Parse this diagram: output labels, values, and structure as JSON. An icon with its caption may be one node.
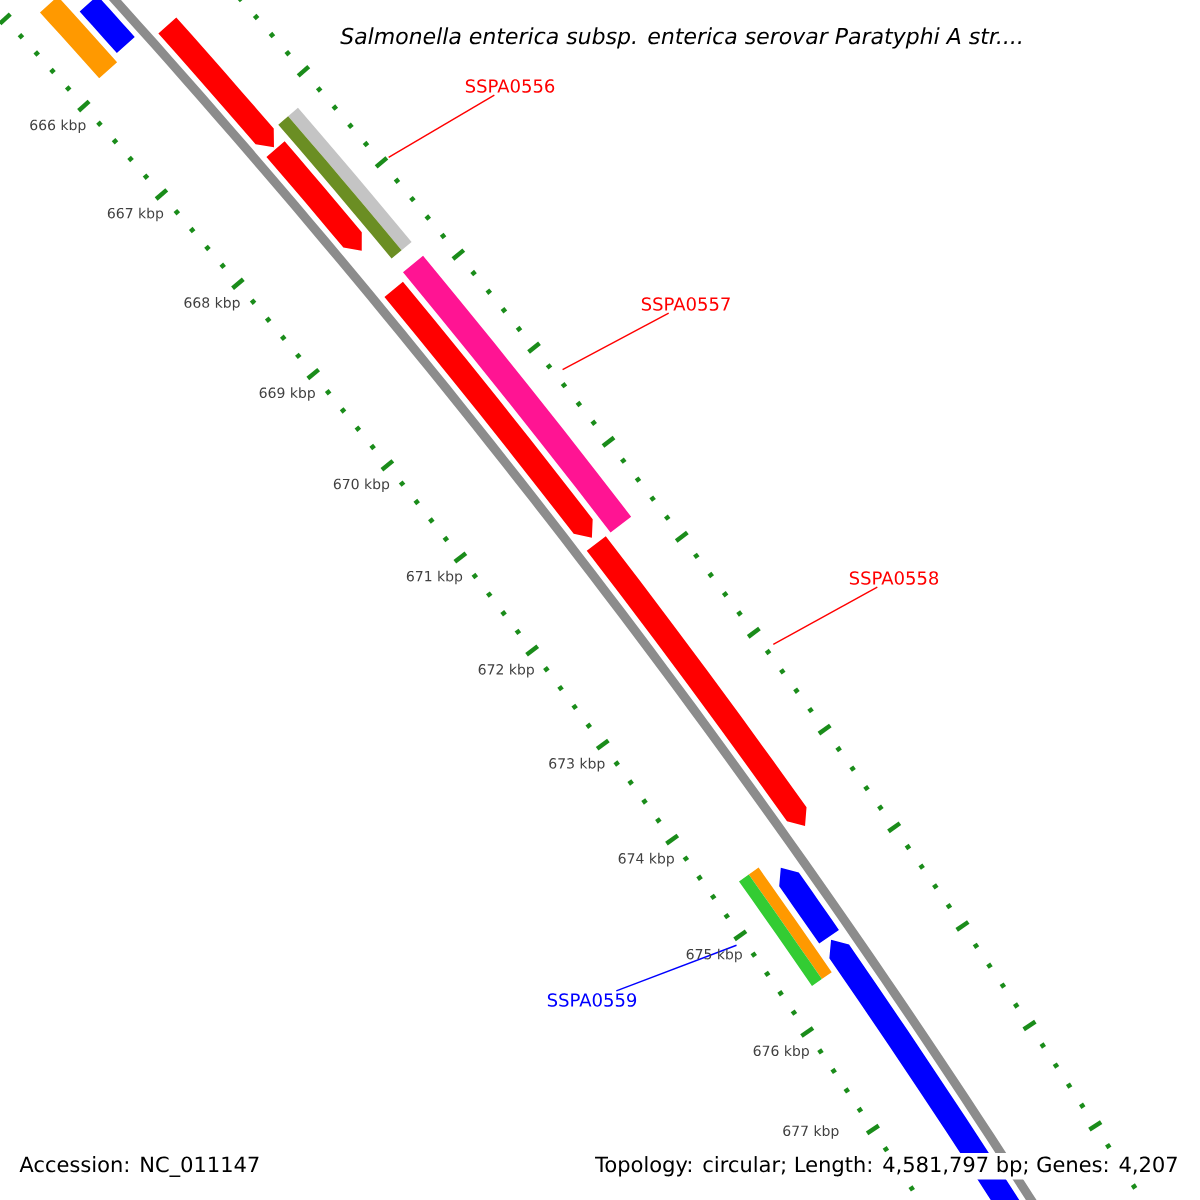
{
  "diagram": {
    "title": "Salmonella enterica subsp. enterica serovar Paratyphi A str....",
    "nodes": [
      {
        "text": [
          "SSPA0556"
        ]
      },
      {
        "text": [
          "SSPA0557"
        ]
      },
      {
        "text": [
          "SSPA0558"
        ]
      },
      {
        "text": [
          "SSPA0559"
        ]
      },
      {
        "text": [],
        "shape": "bar"
      },
      {
        "text": [],
        "shape": "bar"
      },
      {
        "text": [],
        "shape": "bar"
      },
      {
        "text": [],
        "shape": "bar"
      },
      {
        "text": [],
        "shape": "bar"
      },
      {
        "text": [],
        "shape": "bar"
      },
      {
        "text": [],
        "shape": "bar"
      },
      {
        "text": [],
        "shape": "bar"
      },
      {
        "text": [],
        "shape": "bar"
      },
      {
        "text": [],
        "shape": "bar"
      },
      {
        "text": [],
        "shape": "bar"
      }
    ],
    "edges": [
      {
        "from": 0,
        "to": 7,
        "arrow": "none"
      },
      {
        "from": 1,
        "to": 9,
        "arrow": "none"
      },
      {
        "from": 2,
        "to": 11,
        "arrow": "none"
      },
      {
        "from": 3,
        "to": 13,
        "arrow": "none",
        "color": "#0000ff"
      }
    ],
    "labels": [
      "666 kbp",
      "667 kbp",
      "668 kbp",
      "669 kbp",
      "670 kbp",
      "671 kbp",
      "672 kbp",
      "673 kbp",
      "674 kbp",
      "675 kbp",
      "676 kbp",
      "677 kbp",
      "Accession: NC_011147",
      "Topology: circular; Length: 4,581,797 bp; Genes: 4,207"
    ]
  }
}
